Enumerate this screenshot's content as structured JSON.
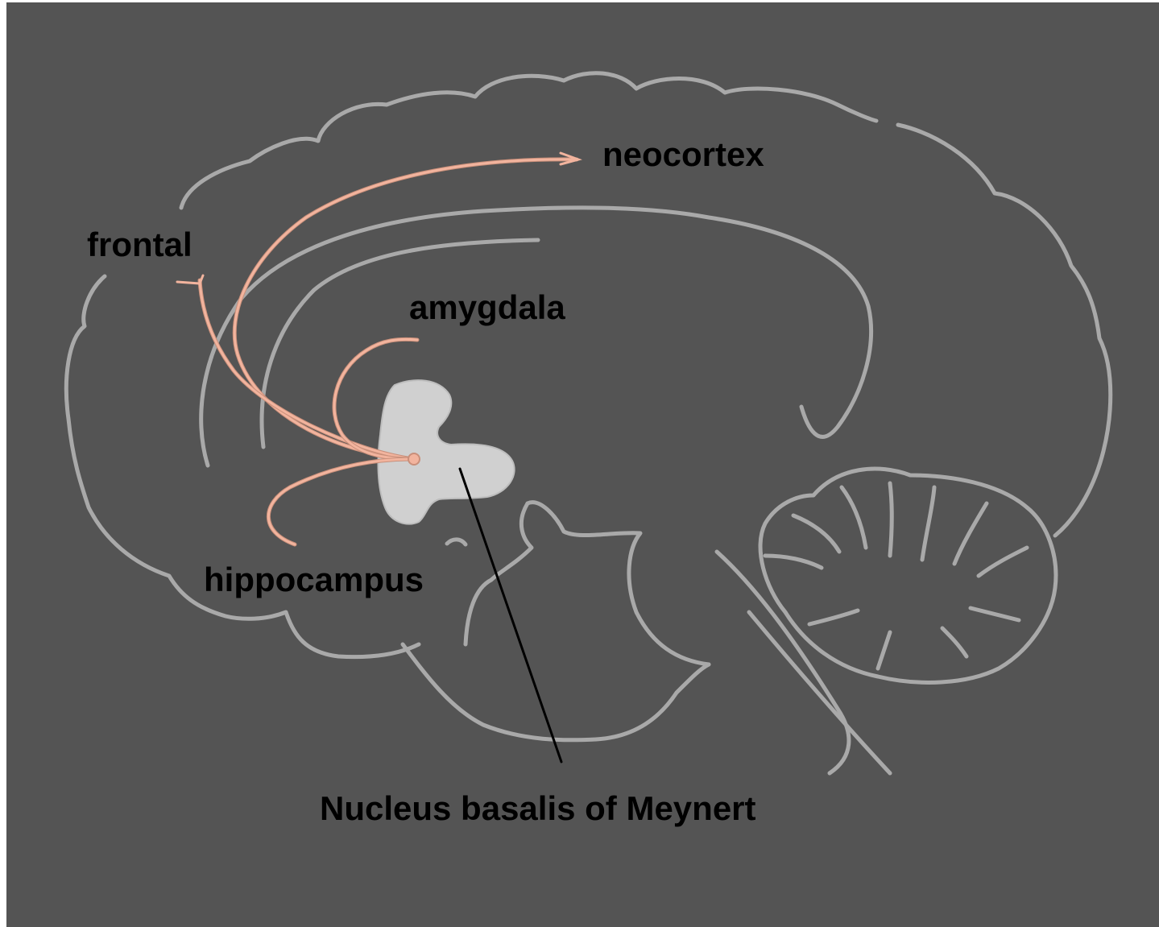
{
  "labels": {
    "neocortex": "neocortex",
    "frontal": "frontal",
    "amygdala": "amygdala",
    "hippocampus": "hippocampus",
    "nucleus": "Nucleus basalis of Meynert"
  },
  "colors": {
    "background": "#545454",
    "brain_outline": "#a9a9a9",
    "projection_fibers": "#f2b49e",
    "nucleus_fill": "#d0d0d0",
    "label_text": "#000000"
  }
}
